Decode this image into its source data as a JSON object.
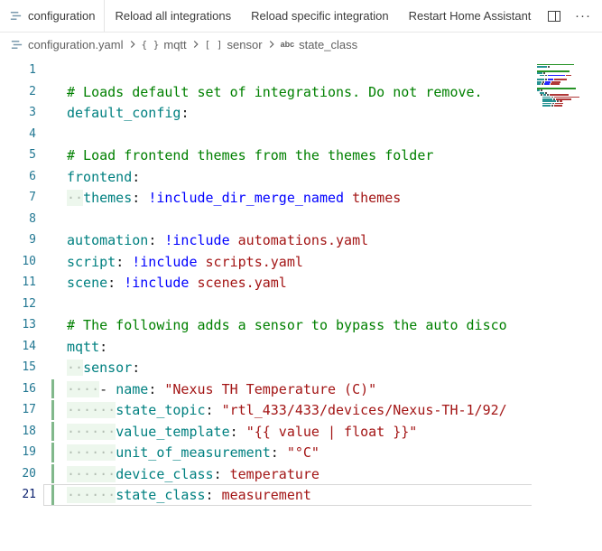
{
  "colors": {
    "comment": "#008000",
    "key": "#008080",
    "tag": "#0000ff",
    "str": "#a31515",
    "text": "#1e1e1e",
    "ws": "#b2bdb2",
    "lineNumber": "#237893",
    "lineNumberActive": "#0b216f",
    "activeLineBorder": "#d7d7d7",
    "gitAdded": "#81b88b",
    "indentTint": "rgba(128, 200, 128, 0.14)"
  },
  "titlebar": {
    "tab": {
      "label": "configuration"
    },
    "actions": [
      "Reload all integrations",
      "Reload specific integration",
      "Restart Home Assistant"
    ],
    "more_label": "···"
  },
  "breadcrumbs": [
    {
      "icon": "yaml-file",
      "label": "configuration.yaml"
    },
    {
      "icon": "object",
      "symbol": "{ }",
      "label": "mqtt"
    },
    {
      "icon": "array",
      "symbol": "[ ]",
      "label": "sensor"
    },
    {
      "icon": "string",
      "symbol": "abc",
      "label": "state_class"
    }
  ],
  "editor": {
    "active_line": 21,
    "git_added_lines": [
      16,
      17,
      18,
      19,
      20,
      21
    ],
    "lines": [
      {
        "n": 1,
        "tokens": []
      },
      {
        "n": 2,
        "tokens": [
          {
            "c": "comment",
            "t": "# Loads default set of integrations. Do not remove."
          }
        ]
      },
      {
        "n": 3,
        "tokens": [
          {
            "c": "key",
            "t": "default_config"
          },
          {
            "c": "text",
            "t": ":"
          }
        ]
      },
      {
        "n": 4,
        "tokens": []
      },
      {
        "n": 5,
        "tokens": [
          {
            "c": "comment",
            "t": "# Load frontend themes from the themes folder"
          }
        ]
      },
      {
        "n": 6,
        "tokens": [
          {
            "c": "key",
            "t": "frontend"
          },
          {
            "c": "text",
            "t": ":"
          }
        ]
      },
      {
        "n": 7,
        "tokens": [
          {
            "c": "ws",
            "t": "··"
          },
          {
            "c": "key",
            "t": "themes"
          },
          {
            "c": "text",
            "t": ": "
          },
          {
            "c": "tag",
            "t": "!include_dir_merge_named"
          },
          {
            "c": "str",
            "t": " themes"
          }
        ]
      },
      {
        "n": 8,
        "tokens": []
      },
      {
        "n": 9,
        "tokens": [
          {
            "c": "key",
            "t": "automation"
          },
          {
            "c": "text",
            "t": ": "
          },
          {
            "c": "tag",
            "t": "!include"
          },
          {
            "c": "str",
            "t": " automations.yaml"
          }
        ]
      },
      {
        "n": 10,
        "tokens": [
          {
            "c": "key",
            "t": "script"
          },
          {
            "c": "text",
            "t": ": "
          },
          {
            "c": "tag",
            "t": "!include"
          },
          {
            "c": "str",
            "t": " scripts.yaml"
          }
        ]
      },
      {
        "n": 11,
        "tokens": [
          {
            "c": "key",
            "t": "scene"
          },
          {
            "c": "text",
            "t": ": "
          },
          {
            "c": "tag",
            "t": "!include"
          },
          {
            "c": "str",
            "t": " scenes.yaml"
          }
        ]
      },
      {
        "n": 12,
        "tokens": []
      },
      {
        "n": 13,
        "tokens": [
          {
            "c": "comment",
            "t": "# The following adds a sensor to bypass the auto disco"
          }
        ]
      },
      {
        "n": 14,
        "tokens": [
          {
            "c": "key",
            "t": "mqtt"
          },
          {
            "c": "text",
            "t": ":"
          }
        ]
      },
      {
        "n": 15,
        "tokens": [
          {
            "c": "ws",
            "t": "··"
          },
          {
            "c": "key",
            "t": "sensor"
          },
          {
            "c": "text",
            "t": ":"
          }
        ]
      },
      {
        "n": 16,
        "tokens": [
          {
            "c": "ws",
            "t": "····"
          },
          {
            "c": "text",
            "t": "- "
          },
          {
            "c": "key",
            "t": "name"
          },
          {
            "c": "text",
            "t": ": "
          },
          {
            "c": "str",
            "t": "\"Nexus TH Temperature (C)\""
          }
        ]
      },
      {
        "n": 17,
        "tokens": [
          {
            "c": "ws",
            "t": "······"
          },
          {
            "c": "key",
            "t": "state_topic"
          },
          {
            "c": "text",
            "t": ": "
          },
          {
            "c": "str",
            "t": "\"rtl_433/433/devices/Nexus-TH-1/92/"
          }
        ]
      },
      {
        "n": 18,
        "tokens": [
          {
            "c": "ws",
            "t": "······"
          },
          {
            "c": "key",
            "t": "value_template"
          },
          {
            "c": "text",
            "t": ": "
          },
          {
            "c": "str",
            "t": "\"{{ value | float }}\""
          }
        ]
      },
      {
        "n": 19,
        "tokens": [
          {
            "c": "ws",
            "t": "······"
          },
          {
            "c": "key",
            "t": "unit_of_measurement"
          },
          {
            "c": "text",
            "t": ": "
          },
          {
            "c": "str",
            "t": "\"°C\""
          }
        ]
      },
      {
        "n": 20,
        "tokens": [
          {
            "c": "ws",
            "t": "······"
          },
          {
            "c": "key",
            "t": "device_class"
          },
          {
            "c": "text",
            "t": ": "
          },
          {
            "c": "str",
            "t": "temperature"
          }
        ]
      },
      {
        "n": 21,
        "tokens": [
          {
            "c": "ws",
            "t": "······"
          },
          {
            "c": "key",
            "t": "state_class"
          },
          {
            "c": "text",
            "t": ": "
          },
          {
            "c": "str",
            "t": "measurement"
          }
        ]
      }
    ]
  }
}
